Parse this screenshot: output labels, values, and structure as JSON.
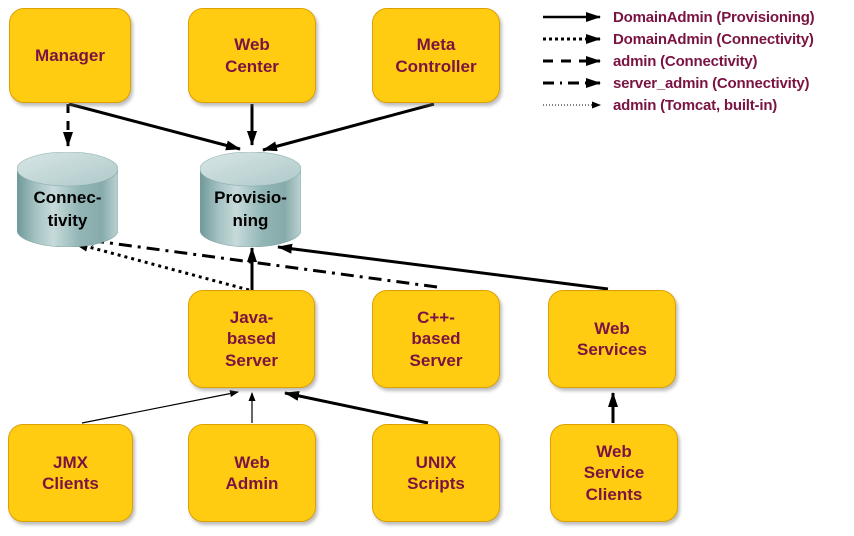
{
  "boxes": {
    "manager": {
      "label": "Manager"
    },
    "web_center": {
      "label": "Web\nCenter"
    },
    "meta_controller": {
      "label": "Meta\nController"
    },
    "java_server": {
      "label": "Java-\nbased\nServer"
    },
    "cpp_server": {
      "label": "C++-\nbased\nServer"
    },
    "web_services": {
      "label": "Web\nServices"
    },
    "jmx_clients": {
      "label": "JMX\nClients"
    },
    "web_admin": {
      "label": "Web\nAdmin"
    },
    "unix_scripts": {
      "label": "UNIX\nScripts"
    },
    "web_service_clients": {
      "label": "Web\nService\nClients"
    }
  },
  "databases": {
    "connectivity": {
      "label": "Connec-\ntivity"
    },
    "provisioning": {
      "label": "Provisio-\nning"
    }
  },
  "legend": {
    "items": [
      {
        "style": "solid",
        "label": "DomainAdmin (Provisioning)"
      },
      {
        "style": "dotted",
        "label": "DomainAdmin (Connectivity)"
      },
      {
        "style": "dashed",
        "label": "admin (Connectivity)"
      },
      {
        "style": "dash-dot",
        "label": "server_admin (Connectivity)"
      },
      {
        "style": "thin-dotted",
        "label": "admin (Tomcat, built-in)"
      }
    ]
  },
  "connections": [
    {
      "from": "Manager",
      "to": "Provisioning",
      "style": "solid"
    },
    {
      "from": "Manager",
      "to": "Connectivity",
      "style": "dashed"
    },
    {
      "from": "Web Center",
      "to": "Provisioning",
      "style": "solid"
    },
    {
      "from": "Meta Controller",
      "to": "Provisioning",
      "style": "solid"
    },
    {
      "from": "Java-based Server",
      "to": "Provisioning",
      "style": "solid"
    },
    {
      "from": "Java-based Server",
      "to": "Connectivity",
      "style": "dotted"
    },
    {
      "from": "C++-based Server",
      "to": "Connectivity",
      "style": "dash-dot"
    },
    {
      "from": "Web Services",
      "to": "Provisioning",
      "style": "solid"
    },
    {
      "from": "JMX Clients",
      "to": "Java-based Server",
      "style": "thin"
    },
    {
      "from": "Web Admin",
      "to": "Java-based Server",
      "style": "thin"
    },
    {
      "from": "UNIX Scripts",
      "to": "Java-based Server",
      "style": "solid"
    },
    {
      "from": "Web Service Clients",
      "to": "Web Services",
      "style": "solid"
    }
  ],
  "colors": {
    "background": "#FFFFFF",
    "node_fill": "#FFCC11",
    "node_border": "#DDA000",
    "node_text": "#7B1342",
    "legend_text": "#7B1342",
    "arrow": "#000000",
    "db_body_dark": "#6F9898",
    "db_body_light": "#C7DADA",
    "db_top": "#CBDDDD"
  }
}
